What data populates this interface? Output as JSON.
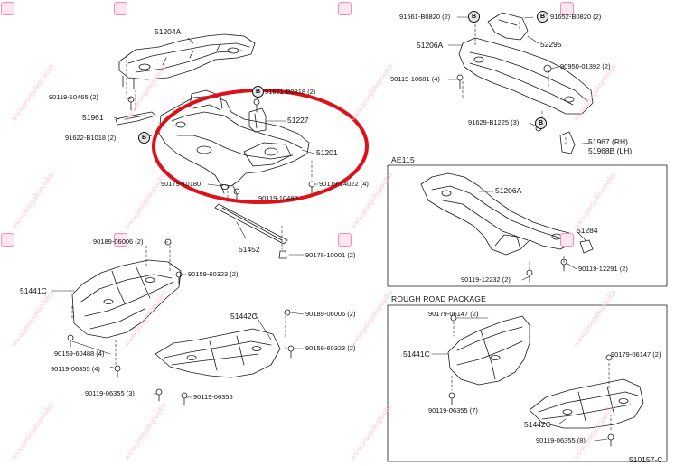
{
  "diagram_id": "510157-C",
  "watermark_text": "www.jeorgakopoulos",
  "highlight_color": "#e0101a",
  "sections": {
    "ae115": "AE115",
    "rough_road": "ROUGH ROAD PACKAGE"
  },
  "labels": {
    "p51204A": "51204A",
    "p90119_10465": "90119-10465 (2)",
    "p51961": "51961",
    "p91622_B1018": "91622-B1018 (2)",
    "p91621_B0818": "91621-B0818 (2)",
    "p51227": "51227",
    "p51201": "51201",
    "p90179_10180": "90179-10180",
    "p90119_10480": "90119-10480",
    "p90119_14022": "90119-14022 (4)",
    "p51452": "51452",
    "p90178_10001": "90178-10001 (2)",
    "p90189_06006_a": "90189-06006 (2)",
    "p90159_60323_a": "90159-60323 (2)",
    "p51441C_a": "51441C",
    "p90159_60488": "90159-60488 (4)",
    "p90119_06355_4": "90119-06355 (4)",
    "p90119_06355_3": "90119-06355 (3)",
    "p90119_06355": "90119-06355",
    "p51442C_a": "51442C",
    "p90189_06006_b": "90189-06006 (2)",
    "p90159_60323_b": "90159-60323 (2)",
    "p91561_B0820": "91561-B0820 (2)",
    "p91652_B0820": "91652-B0820 (2)",
    "p51206A_a": "51206A",
    "p52295": "52295",
    "p90950_01392": "90950-01392 (2)",
    "p90119_10681": "90119-10681 (4)",
    "p91629_B1225": "91629-B1225 (3)",
    "p51967": "51967  (RH)",
    "p51968B": "51968B (LH)",
    "p51206A_b": "51206A",
    "p51284": "51284",
    "p90119_12232": "90119-12232 (2)",
    "p90119_12291": "90119-12291 (2)",
    "p90179_06147_a": "90179-06147 (2)",
    "p51441C_b": "51441C",
    "p90119_06355_7": "90119-06355 (7)",
    "p90179_06147_b": "90179-06147 (2)",
    "p51442C_b": "51442C",
    "p90119_06355_8": "90119-06355 (8)"
  },
  "badges": {
    "b1": "B",
    "b2": "B",
    "b3": "B",
    "b4": "B",
    "b5": "B"
  }
}
